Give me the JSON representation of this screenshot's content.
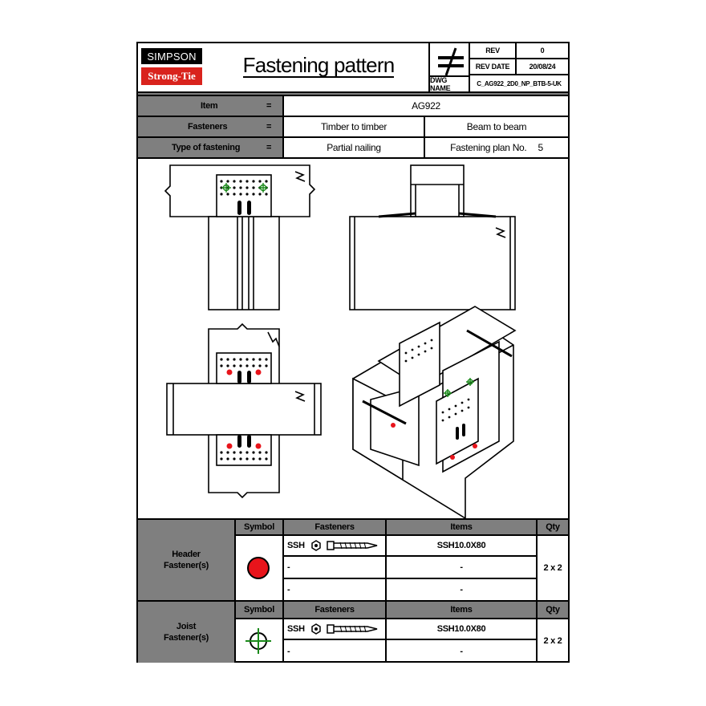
{
  "header": {
    "brand_top": "SIMPSON",
    "brand_bottom": "Strong-Tie",
    "title": "Fastening pattern",
    "rev_label": "REV",
    "rev_value": "0",
    "rev_date_label": "REV DATE",
    "rev_date_value": "20/08/24",
    "dwg_name_label": "DWG NAME",
    "dwg_name_value": "C_AG922_2D0_NP_BTB-5-UK"
  },
  "info": {
    "rows": [
      {
        "label": "Item",
        "eq": "=",
        "values": [
          "AG922"
        ]
      },
      {
        "label": "Fasteners",
        "eq": "=",
        "values": [
          "Timber to timber",
          "Beam to beam"
        ]
      },
      {
        "label": "Type of fastening",
        "eq": "=",
        "values": [
          "Partial nailing",
          "Fastening plan No."
        ]
      }
    ],
    "plan_no": "5"
  },
  "table_headers": {
    "symbol": "Symbol",
    "fasteners": "Fasteners",
    "items": "Items",
    "qty": "Qty"
  },
  "header_fasteners": {
    "group_label": "Header\nFastener(s)",
    "rows": [
      {
        "fastener": "SSH",
        "item": "SSH10.0X80"
      },
      {
        "fastener": "-",
        "item": "-"
      },
      {
        "fastener": "-",
        "item": "-"
      }
    ],
    "qty": "2 x 2",
    "symbol_color": "#e8141b"
  },
  "joist_fasteners": {
    "group_label": "Joist\nFastener(s)",
    "rows": [
      {
        "fastener": "SSH",
        "item": "SSH10.0X80"
      },
      {
        "fastener": "-",
        "item": "-"
      }
    ],
    "qty": "2 x 2",
    "symbol_color": "#1a8a1a"
  },
  "colors": {
    "grey": "#7f7f7f",
    "brand_red": "#d9231d",
    "header_fastener": "#e8141b",
    "joist_fastener": "#1a8a1a"
  }
}
